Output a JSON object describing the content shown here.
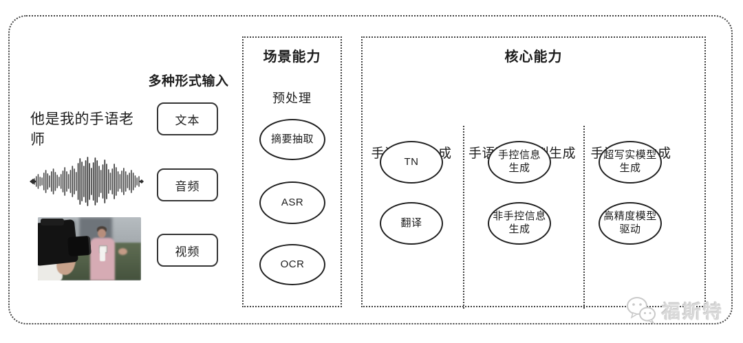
{
  "colors": {
    "ink": "#222222",
    "frame_dotted": "#3f3f3f",
    "box_border": "#333333",
    "watermark_gray": "#d9d9d9"
  },
  "input_section": {
    "title": "多种形式输入",
    "sample_text": "他是我的手语老师",
    "waveform_icon": "audio-waveform-icon",
    "photo": "reporter-filmed-by-cameraman-photo",
    "types": [
      {
        "label": "文本"
      },
      {
        "label": "音频"
      },
      {
        "label": "视频"
      }
    ]
  },
  "scene_box": {
    "title": "场景能力",
    "subtitle": "预处理",
    "items": [
      "摘要抽取",
      "ASR",
      "OCR"
    ]
  },
  "core_box": {
    "title": "核心能力",
    "columns": [
      {
        "header": "手语文本生成",
        "items": [
          "TN",
          "翻译"
        ]
      },
      {
        "header": "手语要素序列生成",
        "items": [
          "手控信息\n生成",
          "非手控信息\n生成"
        ]
      },
      {
        "header": "手语视频生成",
        "items": [
          "超写实模型\n生成",
          "高精度模型\n驱动"
        ]
      }
    ]
  },
  "watermark": {
    "icon": "wechat-logo-icon",
    "text": "福斯特"
  }
}
